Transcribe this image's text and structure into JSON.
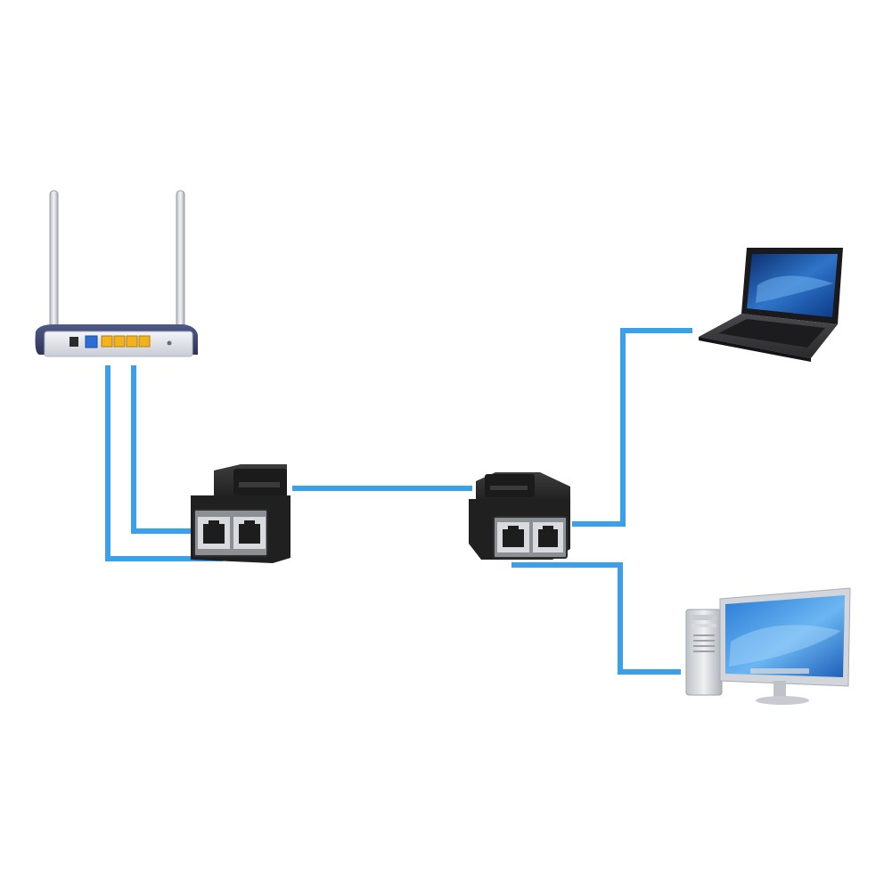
{
  "diagram": {
    "background": "#ffffff",
    "cable_color": "#3aa0ec",
    "nodes": [
      {
        "id": "router",
        "kind": "wifi-router",
        "ports": 4,
        "antennas": 2,
        "port_color": "#f2b31c",
        "wan_port_color": "#2a6fd6"
      },
      {
        "id": "splitter-left",
        "kind": "rj45-splitter",
        "ports": 2
      },
      {
        "id": "splitter-right",
        "kind": "rj45-splitter",
        "ports": 2
      },
      {
        "id": "laptop",
        "kind": "laptop"
      },
      {
        "id": "desktop",
        "kind": "desktop-computer"
      }
    ],
    "connections": [
      {
        "from": "router",
        "to": "splitter-left",
        "count": 2
      },
      {
        "from": "splitter-left",
        "to": "splitter-right",
        "count": 1
      },
      {
        "from": "splitter-right",
        "to": "laptop",
        "count": 1
      },
      {
        "from": "splitter-right",
        "to": "desktop",
        "count": 1
      }
    ]
  }
}
